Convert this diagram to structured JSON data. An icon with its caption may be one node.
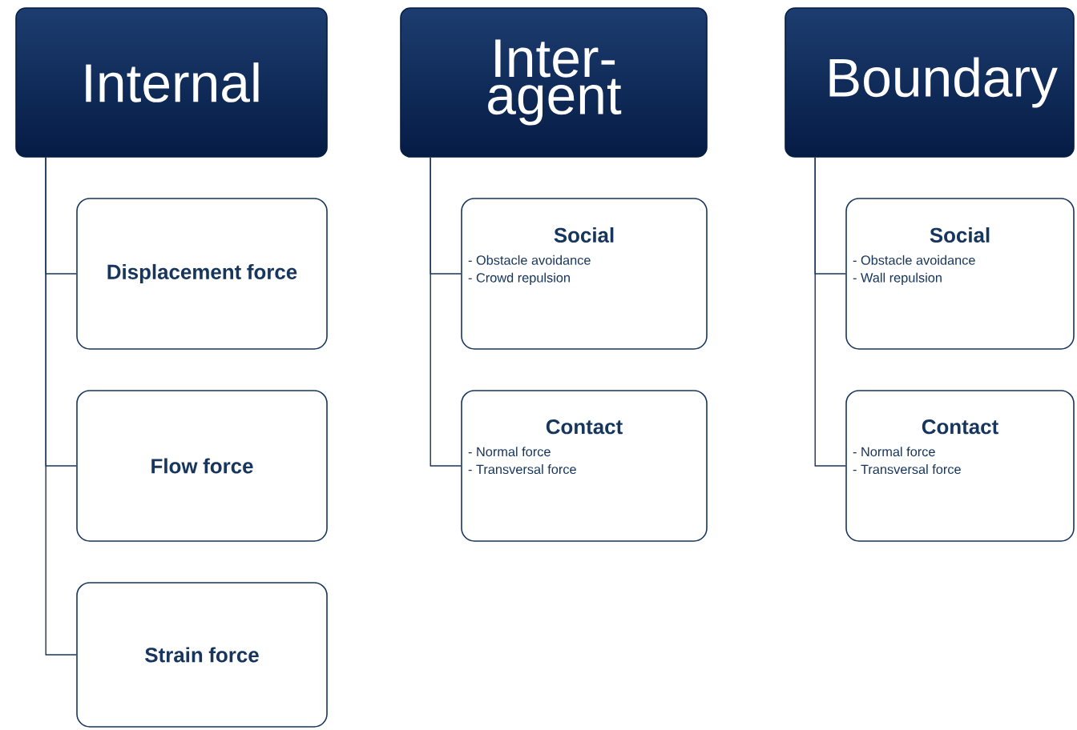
{
  "diagram": {
    "nodes": [
      {
        "text": [
          "Internal"
        ]
      },
      {
        "text": [
          "Displacement force"
        ]
      },
      {
        "text": [
          "Flow force"
        ]
      },
      {
        "text": [
          "Strain force"
        ]
      },
      {
        "text": [
          "Inter-agent"
        ]
      },
      {
        "text": [
          "Social",
          "- Obstacle avoidance",
          "- Crowd repulsion"
        ]
      },
      {
        "text": [
          "Contact",
          "- Normal force",
          "- Transversal force"
        ]
      },
      {
        "text": [
          "Boundary"
        ]
      },
      {
        "text": [
          "Social",
          "- Obstacle avoidance",
          "- Wall repulsion"
        ]
      },
      {
        "text": [
          "Contact",
          "- Normal force",
          "- Transversal force"
        ]
      }
    ],
    "edges": [
      {
        "from": 0,
        "to": 1,
        "arrow": "none"
      },
      {
        "from": 0,
        "to": 2,
        "arrow": "none"
      },
      {
        "from": 0,
        "to": 3,
        "arrow": "none"
      },
      {
        "from": 4,
        "to": 5,
        "arrow": "none"
      },
      {
        "from": 4,
        "to": 6,
        "arrow": "none"
      },
      {
        "from": 7,
        "to": 8,
        "arrow": "none"
      },
      {
        "from": 7,
        "to": 9,
        "arrow": "none"
      }
    ]
  }
}
